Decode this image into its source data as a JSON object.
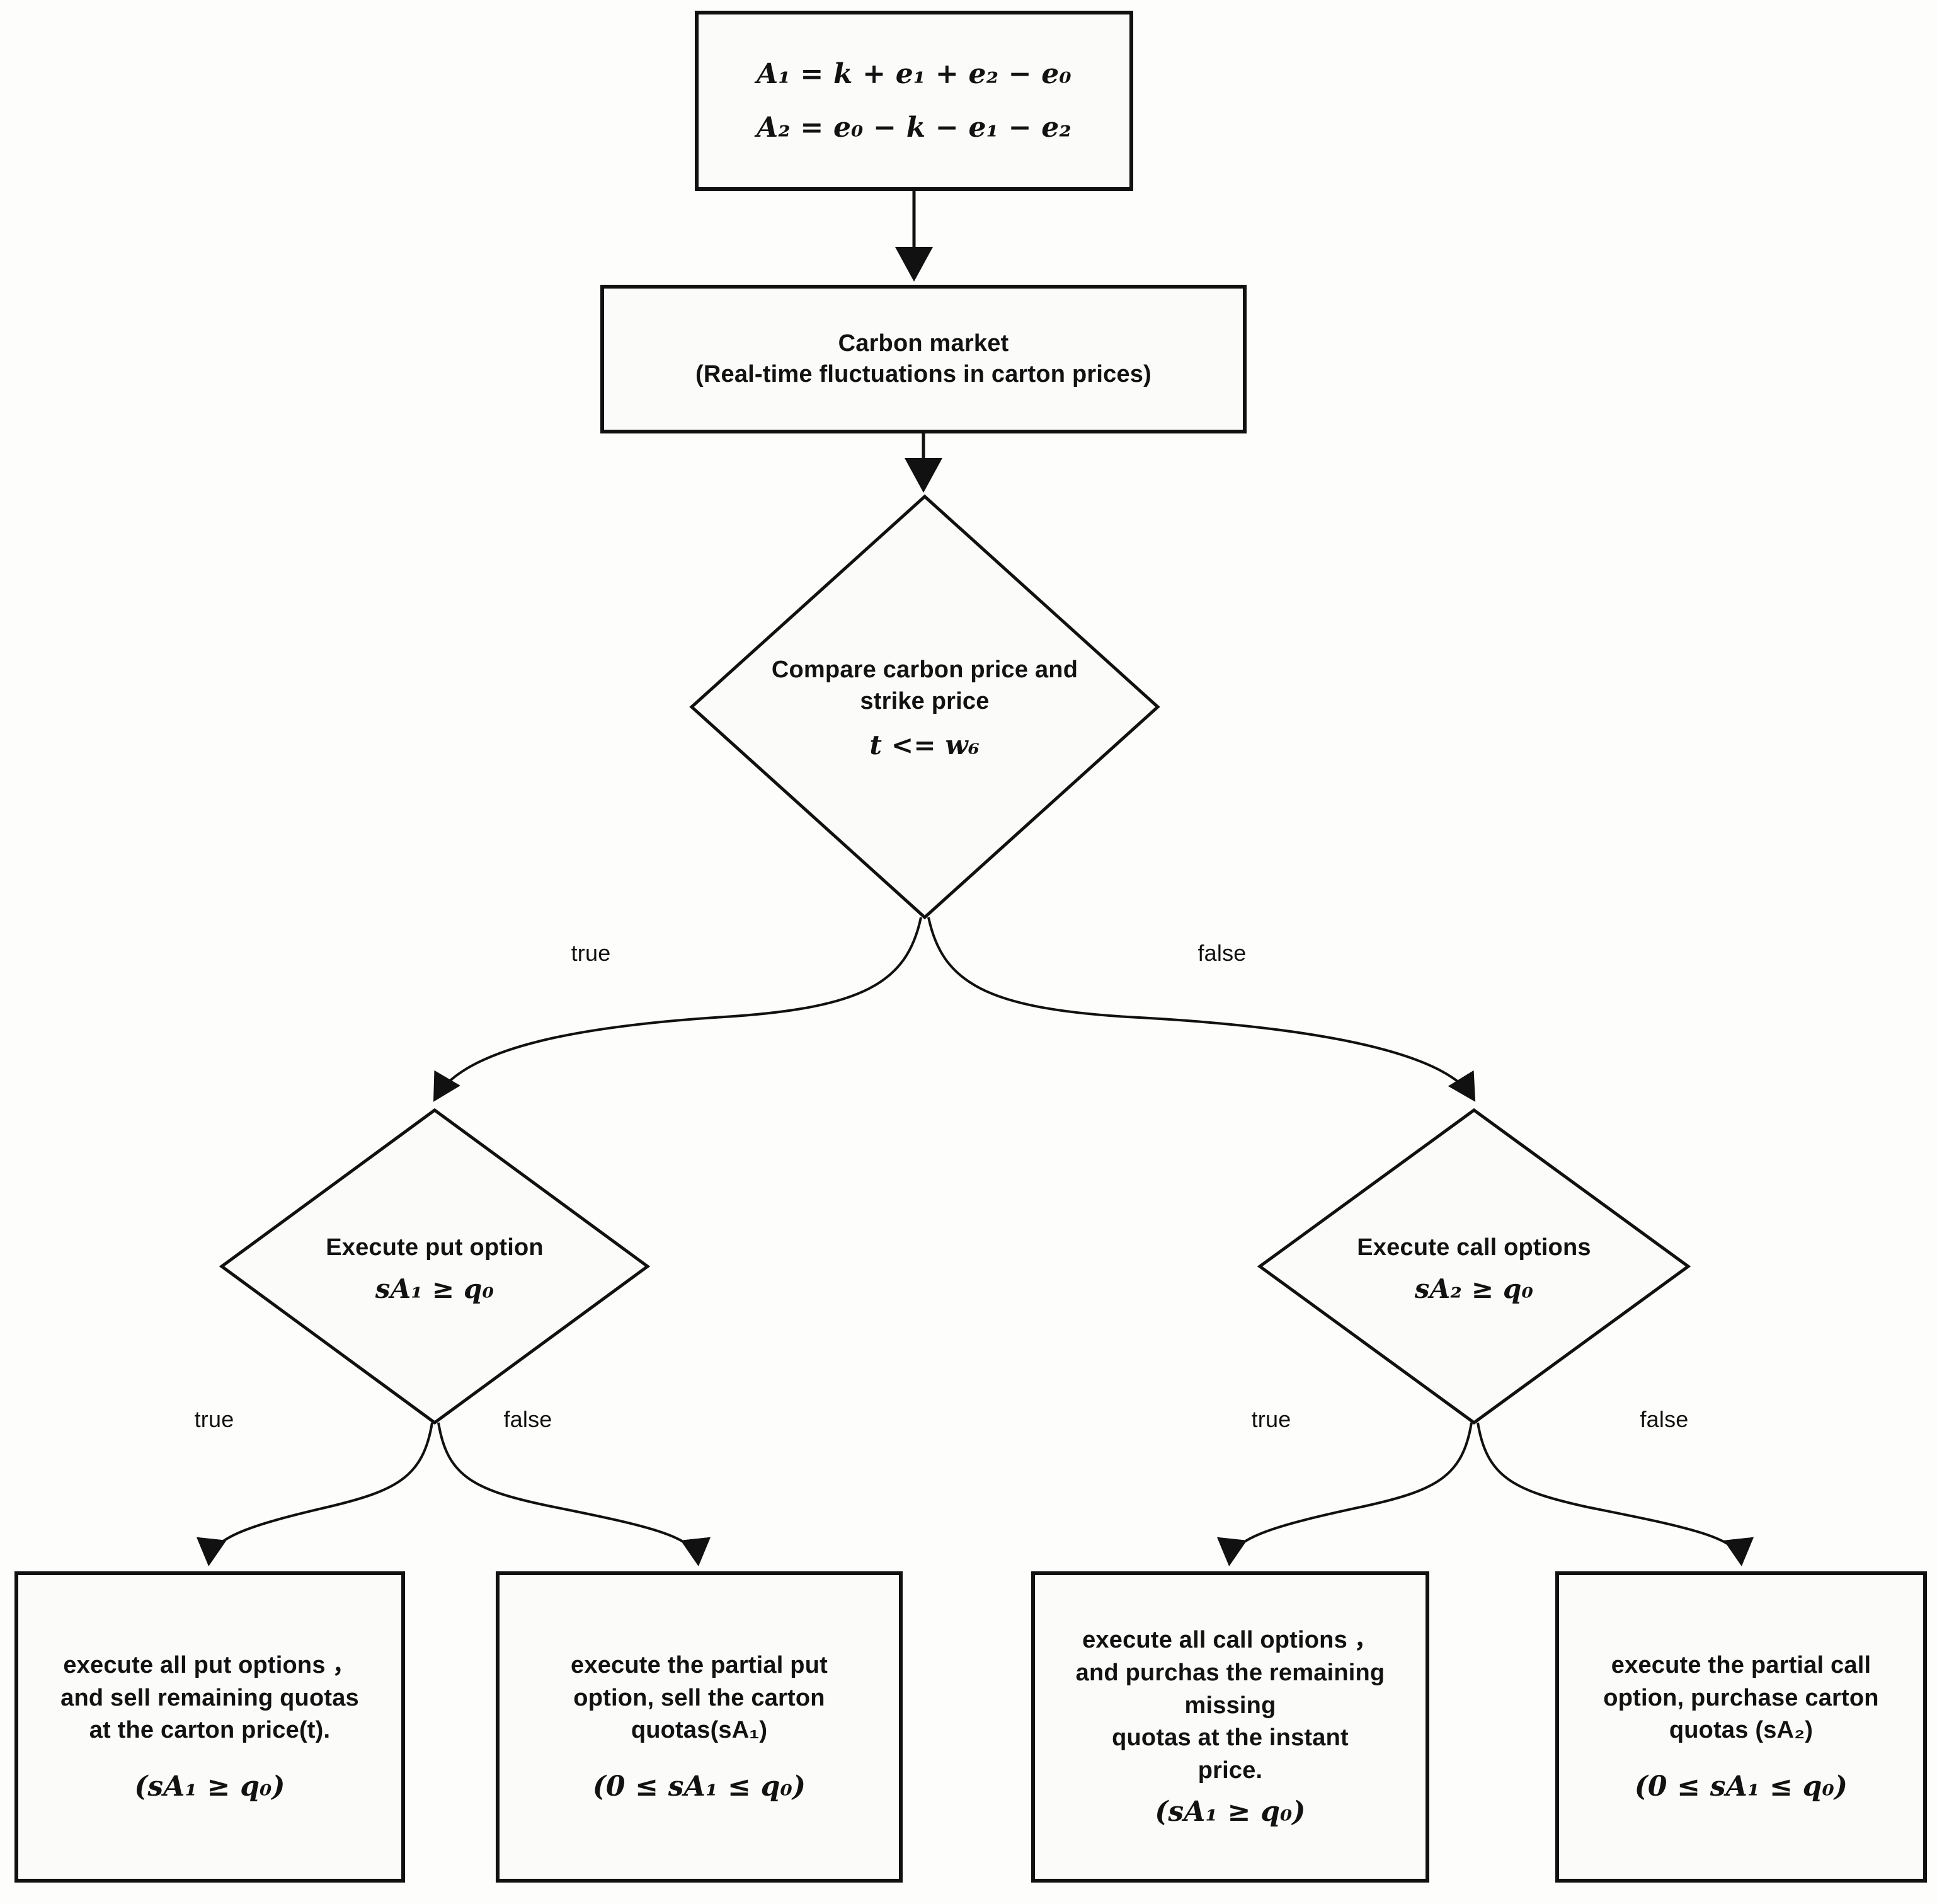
{
  "diagram": {
    "title": "Carbon option execution decision flowchart",
    "colors": {
      "stroke": "#111111",
      "fill": "#fbfbf9",
      "background": "#fdfdfb",
      "text": "#121212"
    },
    "nodes": {
      "equations": {
        "shape": "rectangle",
        "line1": "A₁ = k + e₁ + e₂ − e₀",
        "line2": "A₂ = e₀ − k − e₁ − e₂"
      },
      "carbon_market": {
        "shape": "rectangle",
        "line1": "Carbon market",
        "line2": "(Real-time fluctuations in carton prices)"
      },
      "compare_decision": {
        "shape": "diamond",
        "line1": "Compare  carbon price and",
        "line2": "strike price",
        "condition": "t <= w₆"
      },
      "put_decision": {
        "shape": "diamond",
        "line1": "Execute  put option",
        "condition": "sA₁ ≥ q₀"
      },
      "call_decision": {
        "shape": "diamond",
        "line1": "Execute call options",
        "condition": "sA₂ ≥ q₀"
      },
      "put_all": {
        "shape": "rectangle",
        "body": "execute all put options ，\nand sell remaining quotas\nat the carton price(t).",
        "condition": "(sA₁ ≥ q₀)"
      },
      "put_partial": {
        "shape": "rectangle",
        "body": "execute the partial put\noption,  sell the carton\nquotas(sA₁)",
        "condition": "(0 ≤ sA₁ ≤ q₀)"
      },
      "call_all": {
        "shape": "rectangle",
        "body": "execute all call options ，\nand purchas the remaining\nmissing\nquotas  at the  instant\nprice.",
        "condition": "(sA₁ ≥ q₀)"
      },
      "call_partial": {
        "shape": "rectangle",
        "body": "execute the partial call\noption,  purchase carton\nquotas (sA₂)",
        "condition": "(0 ≤ sA₁ ≤ q₀)"
      }
    },
    "edge_labels": {
      "compare_true": "true",
      "compare_false": "false",
      "put_true": "true",
      "put_false": "false",
      "call_true": "true",
      "call_false": "false"
    }
  }
}
